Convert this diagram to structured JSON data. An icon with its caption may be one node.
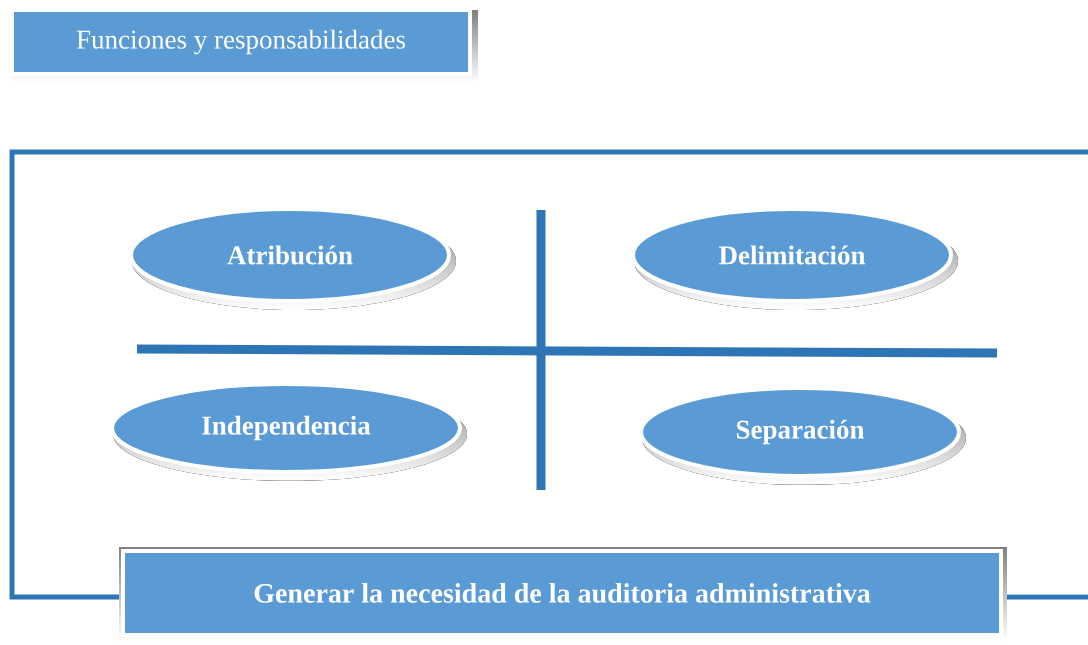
{
  "diagram": {
    "title": "Funciones y responsabilidades",
    "nodes": [
      {
        "text": [
          "Atribución"
        ]
      },
      {
        "text": [
          "Delimitación"
        ]
      },
      {
        "text": [
          "Independencia"
        ]
      },
      {
        "text": [
          "Separación"
        ]
      },
      {
        "text": [
          "Generar la necesidad de la auditoria administrativa"
        ]
      }
    ]
  }
}
